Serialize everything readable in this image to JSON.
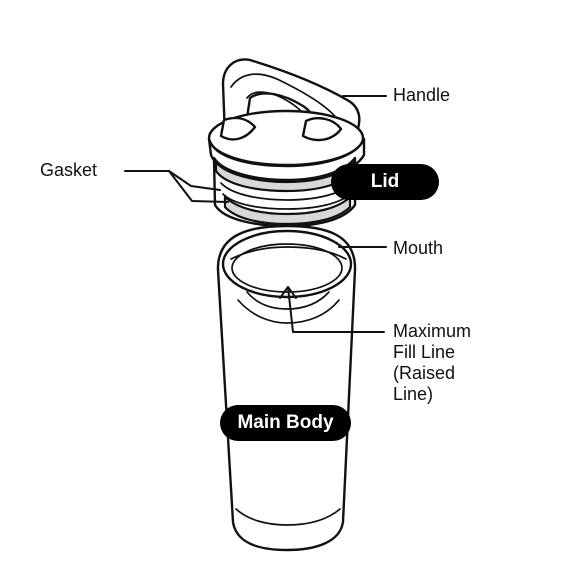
{
  "labels": {
    "handle": "Handle",
    "gasket": "Gasket",
    "lid": "Lid",
    "mouth": "Mouth",
    "maximum_fill_line": [
      "Maximum",
      "Fill Line",
      "(Raised",
      "Line)"
    ],
    "main_body": "Main Body"
  },
  "colors": {
    "line": "#111111",
    "pill_background": "#000000",
    "pill_text": "#ffffff",
    "gasket_fill": "#d8d8d8"
  }
}
